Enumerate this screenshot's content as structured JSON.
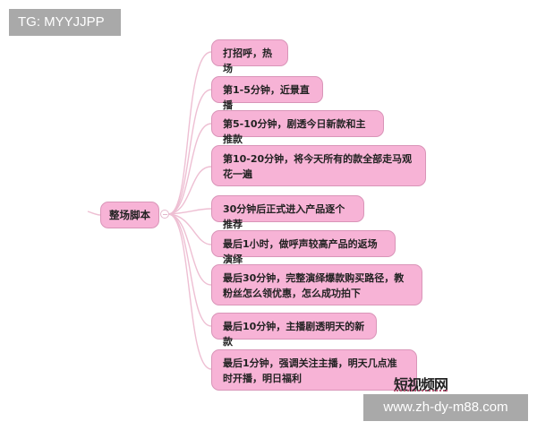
{
  "watermarks": {
    "tg": "TG: MYYJJPP",
    "logo": "短视频网",
    "url": "www.zh-dy-m88.com"
  },
  "colors": {
    "node_fill": "#f7b3d6",
    "node_border": "#d995b8",
    "connector": "#eebfd3",
    "badge_bg": "#a9a9a9"
  },
  "mindmap": {
    "root": "整场脚本",
    "children": [
      {
        "label": "打招呼，热场"
      },
      {
        "label": "第1-5分钟，近景直播"
      },
      {
        "label": "第5-10分钟，剧透今日新款和主推款"
      },
      {
        "label": "第10-20分钟，将今天所有的款全部走马观花一遍"
      },
      {
        "label": "30分钟后正式进入产品逐个推荐"
      },
      {
        "label": "最后1小时，做呼声较高产品的返场演绎"
      },
      {
        "label": "最后30分钟，完整演绎爆款购买路径，教粉丝怎么领优惠，怎么成功拍下"
      },
      {
        "label": "最后10分钟，主播剧透明天的新款"
      },
      {
        "label": "最后1分钟，强调关注主播，明天几点准时开播，明日福利"
      }
    ]
  }
}
